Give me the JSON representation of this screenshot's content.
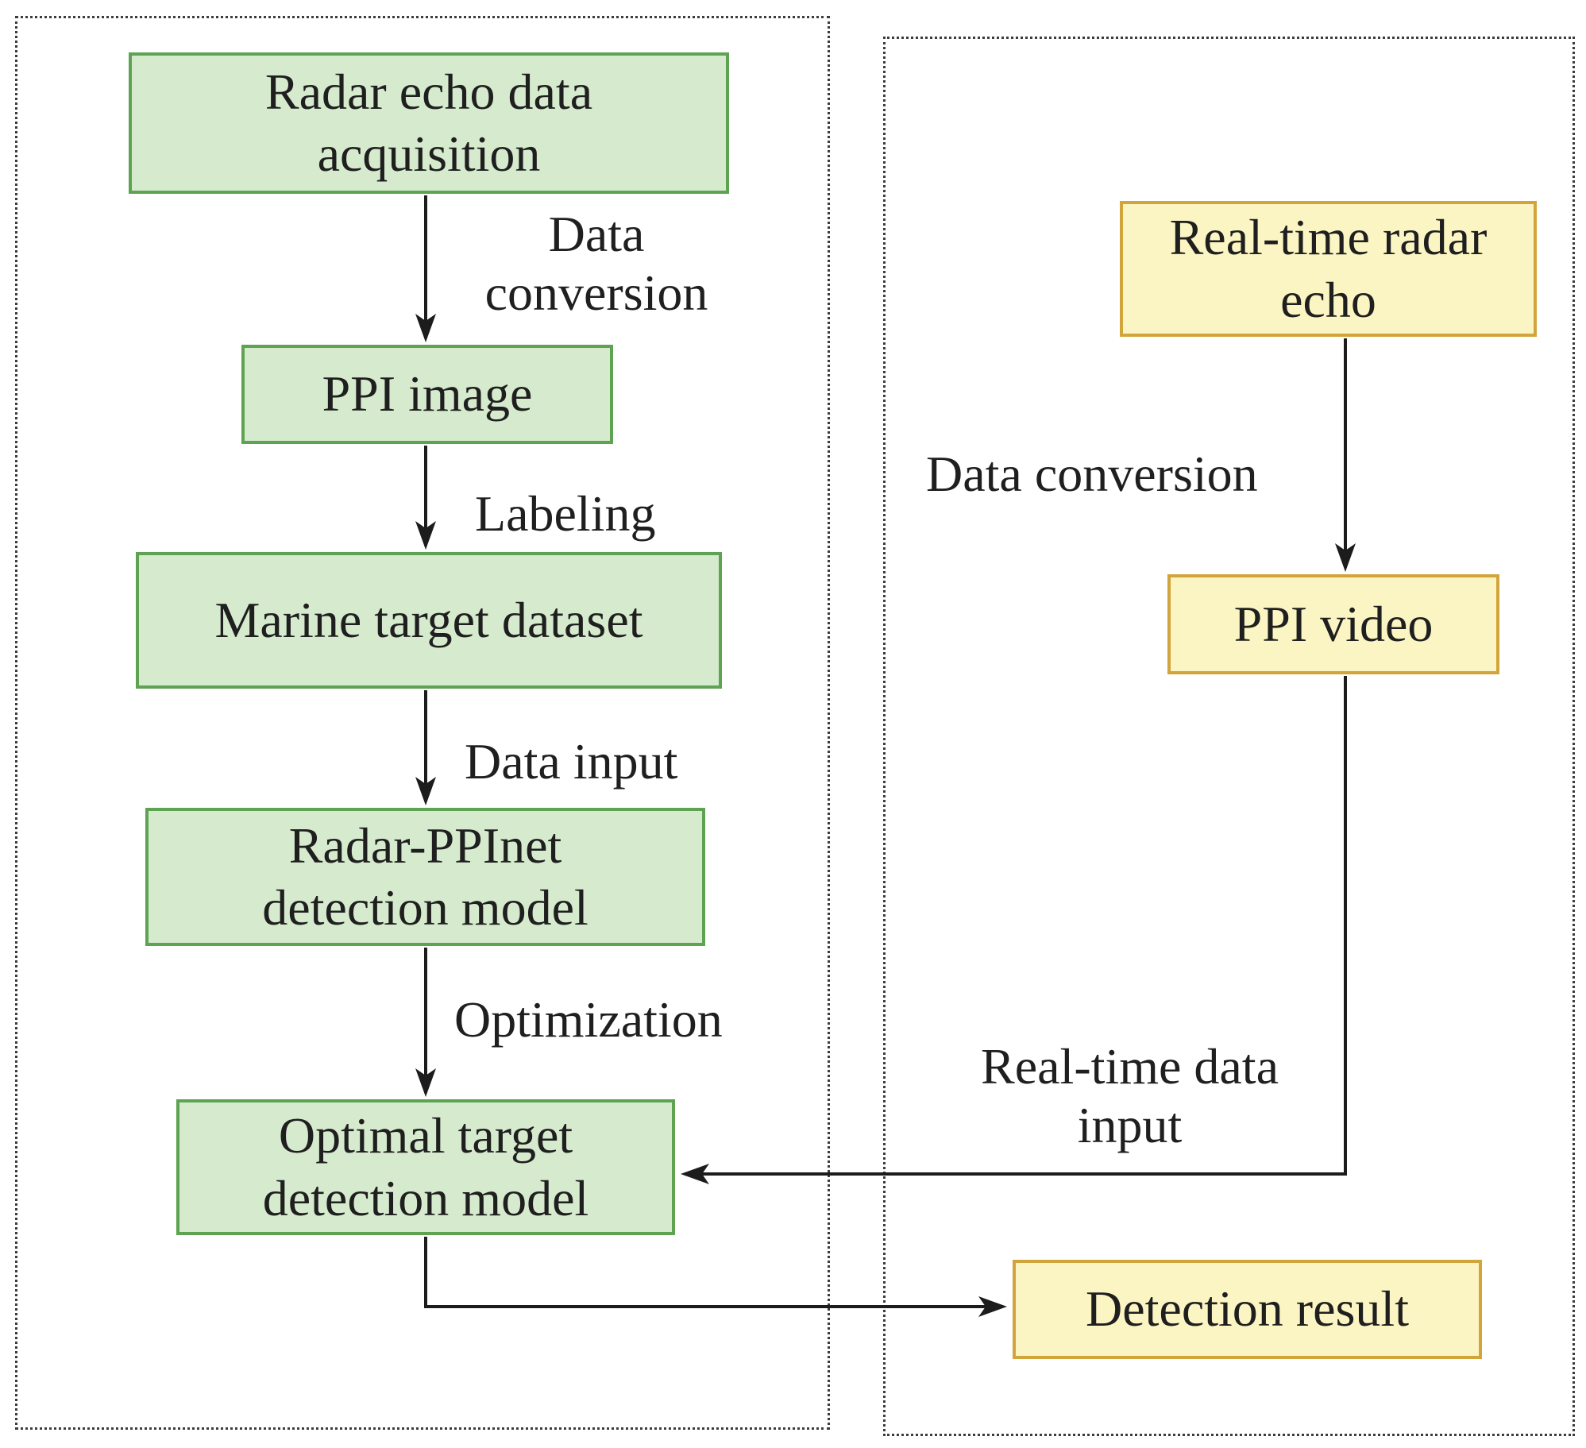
{
  "diagram": {
    "type": "flowchart",
    "panels": {
      "left_panel": {
        "description": "training pipeline (dotted container)"
      },
      "right_panel": {
        "description": "real-time pipeline (dotted container)"
      }
    },
    "boxes": {
      "radar_echo": {
        "label": "Radar echo data\nacquisition",
        "style": "green"
      },
      "ppi_image": {
        "label": "PPI image",
        "style": "green"
      },
      "marine_dataset": {
        "label": "Marine target dataset",
        "style": "green"
      },
      "radar_ppinet": {
        "label": "Radar-PPInet\ndetection model",
        "style": "green"
      },
      "optimal_model": {
        "label": "Optimal target\ndetection model",
        "style": "green"
      },
      "realtime_echo": {
        "label": "Real-time radar\necho",
        "style": "yellow"
      },
      "ppi_video": {
        "label": "PPI video",
        "style": "yellow"
      },
      "detection_result": {
        "label": "Detection result",
        "style": "yellow"
      }
    },
    "edge_labels": {
      "data_conversion_left": "Data\nconversion",
      "labeling": "Labeling",
      "data_input": "Data input",
      "optimization": "Optimization",
      "data_conversion_right": "Data conversion",
      "realtime_data_input": "Real-time data\ninput"
    },
    "edges": [
      {
        "from": "radar_echo",
        "to": "ppi_image",
        "label": "Data conversion"
      },
      {
        "from": "ppi_image",
        "to": "marine_dataset",
        "label": "Labeling"
      },
      {
        "from": "marine_dataset",
        "to": "radar_ppinet",
        "label": "Data input"
      },
      {
        "from": "radar_ppinet",
        "to": "optimal_model",
        "label": "Optimization"
      },
      {
        "from": "realtime_echo",
        "to": "ppi_video",
        "label": "Data conversion"
      },
      {
        "from": "ppi_video",
        "to": "optimal_model",
        "label": "Real-time data input"
      },
      {
        "from": "optimal_model",
        "to": "detection_result",
        "label": ""
      }
    ]
  },
  "colors": {
    "green_fill": "#d6ebce",
    "green_border": "#5da351",
    "yellow_fill": "#fbf5c3",
    "yellow_border": "#d2a43c",
    "arrow": "#1c1c1c",
    "dashed_border": "#3c3c3c",
    "text": "#1f1f1f",
    "bg": "#ffffff"
  }
}
